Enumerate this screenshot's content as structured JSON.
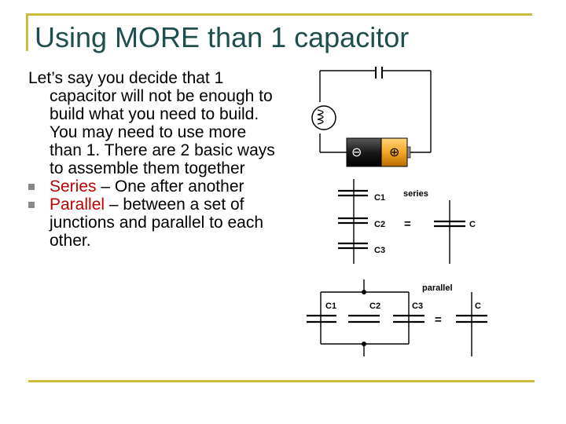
{
  "slide": {
    "title": "Using MORE than 1 capacitor",
    "intro": "Let’s say you decide that 1 capacitor will not be enough to build what you need to build. You may need to use more than 1. There are 2 basic ways to assemble them together",
    "bullets": [
      {
        "term": "Series",
        "rest": " – One after another"
      },
      {
        "term": "Parallel",
        "rest": " – between a set of junctions and parallel to each other."
      }
    ]
  },
  "diagram": {
    "battery_minus": "⊖",
    "battery_plus": "⊕",
    "series_label": "series",
    "series_caps": [
      "C1",
      "C2",
      "C3"
    ],
    "series_equals": "=",
    "series_result": "C",
    "parallel_label": "parallel",
    "parallel_caps": [
      "C1",
      "C2",
      "C3"
    ],
    "parallel_equals": "=",
    "parallel_result": "C"
  },
  "colors": {
    "accent_rule": "#cdbd3c",
    "title": "#1f4e4e",
    "highlight": "#c00000",
    "battery_orange": "#f5a623"
  }
}
